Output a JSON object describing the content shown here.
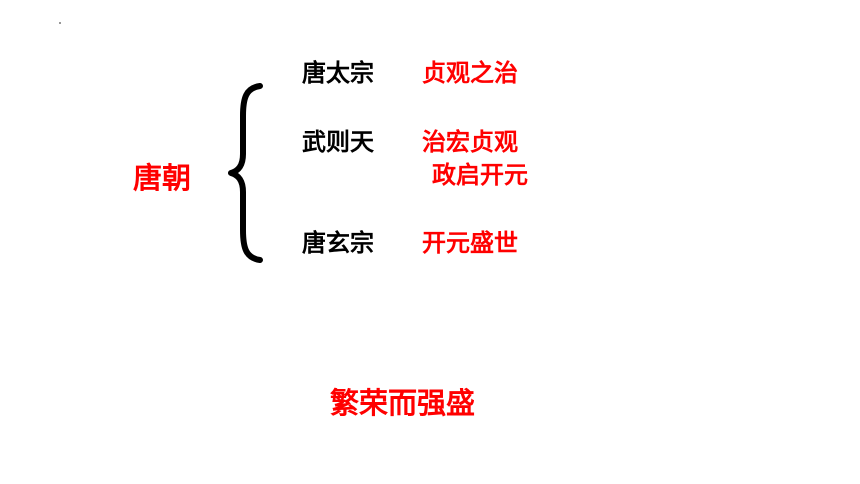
{
  "dynasty": "唐朝",
  "emperors": [
    {
      "name": "唐太宗",
      "achievement": [
        "贞观之治"
      ]
    },
    {
      "name": "武则天",
      "achievement": [
        "治宏贞观",
        "政启开元"
      ]
    },
    {
      "name": "唐玄宗",
      "achievement": [
        "开元盛世"
      ]
    }
  ],
  "summary": "繁荣而强盛",
  "colors": {
    "accent": "#ff0000",
    "text": "#000000",
    "background": "#ffffff"
  }
}
